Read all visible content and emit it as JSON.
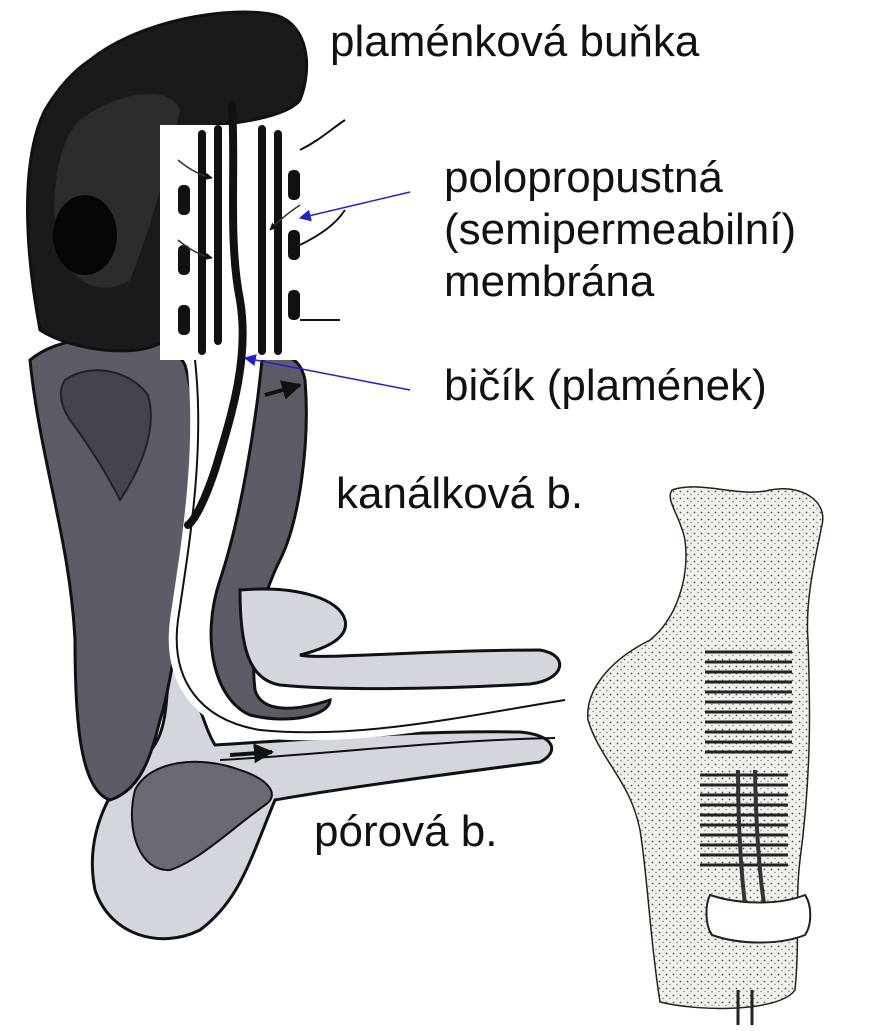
{
  "labels": {
    "flame_cell": "plaménková buňka",
    "membrane_line1": "polopropustná",
    "membrane_line2": "(semipermeabilní)",
    "membrane_line3": "membrána",
    "flagellum": "bičík (plamének)",
    "canal_cell": "kanálková b.",
    "pore_cell": "pórová b."
  },
  "colors": {
    "flame_cell": "#1a1a1a",
    "canal_cell": "#5c5c66",
    "pore_cell": "#d4d6de",
    "pointer_arrow": "#1f1fd6",
    "outline": "#111111"
  },
  "icons": {
    "membrane_pointer": "arrow-left-icon",
    "flagellum_pointer": "arrow-left-icon"
  }
}
